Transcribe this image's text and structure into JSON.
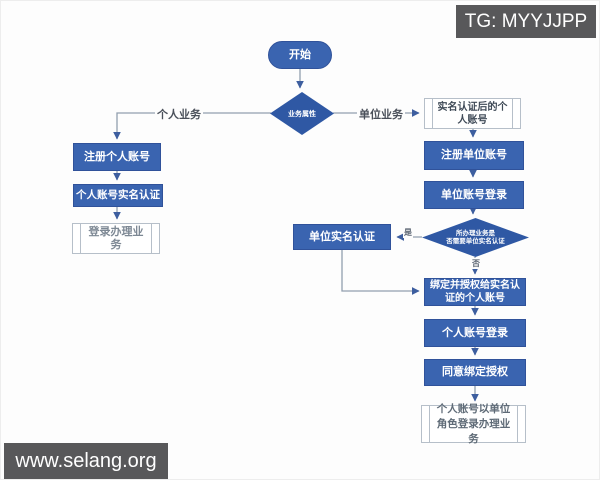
{
  "watermarks": {
    "tg_badge": "TG: MYYJJPP",
    "site_badge": "www.selang.org"
  },
  "colors": {
    "node_blue": "#3a64b0",
    "node_blue_border": "#30529a",
    "diamond_blue": "#2f58a4",
    "predef_border": "#b6bfc9",
    "line": "#929fae",
    "arrow": "#3d5e9f",
    "badge_bg": "#58585a"
  },
  "flowchart": {
    "nodes": {
      "start": "开始",
      "decision_business": "业务属性",
      "register_personal": "注册个人账号",
      "personal_realname": "个人账号实名认证",
      "login_handle": "登录办理业务",
      "realname_personal_account": "实名认证后的个人账号",
      "register_unit": "注册单位账号",
      "unit_login": "单位账号登录",
      "decision_need_unit_realname": {
        "line1": "所办理业务是",
        "line2": "否需要单位实名认证"
      },
      "unit_realname": "单位实名认证",
      "bind_authorize": "绑定并授权给实名认证的个人账号",
      "personal_login": "个人账号登录",
      "agree_bind": "同意绑定授权",
      "final_login": "个人账号以单位角色登录办理业务"
    },
    "edge_labels": {
      "personal_business": "个人业务",
      "unit_business": "单位业务",
      "yes": "是",
      "no": "否"
    }
  }
}
